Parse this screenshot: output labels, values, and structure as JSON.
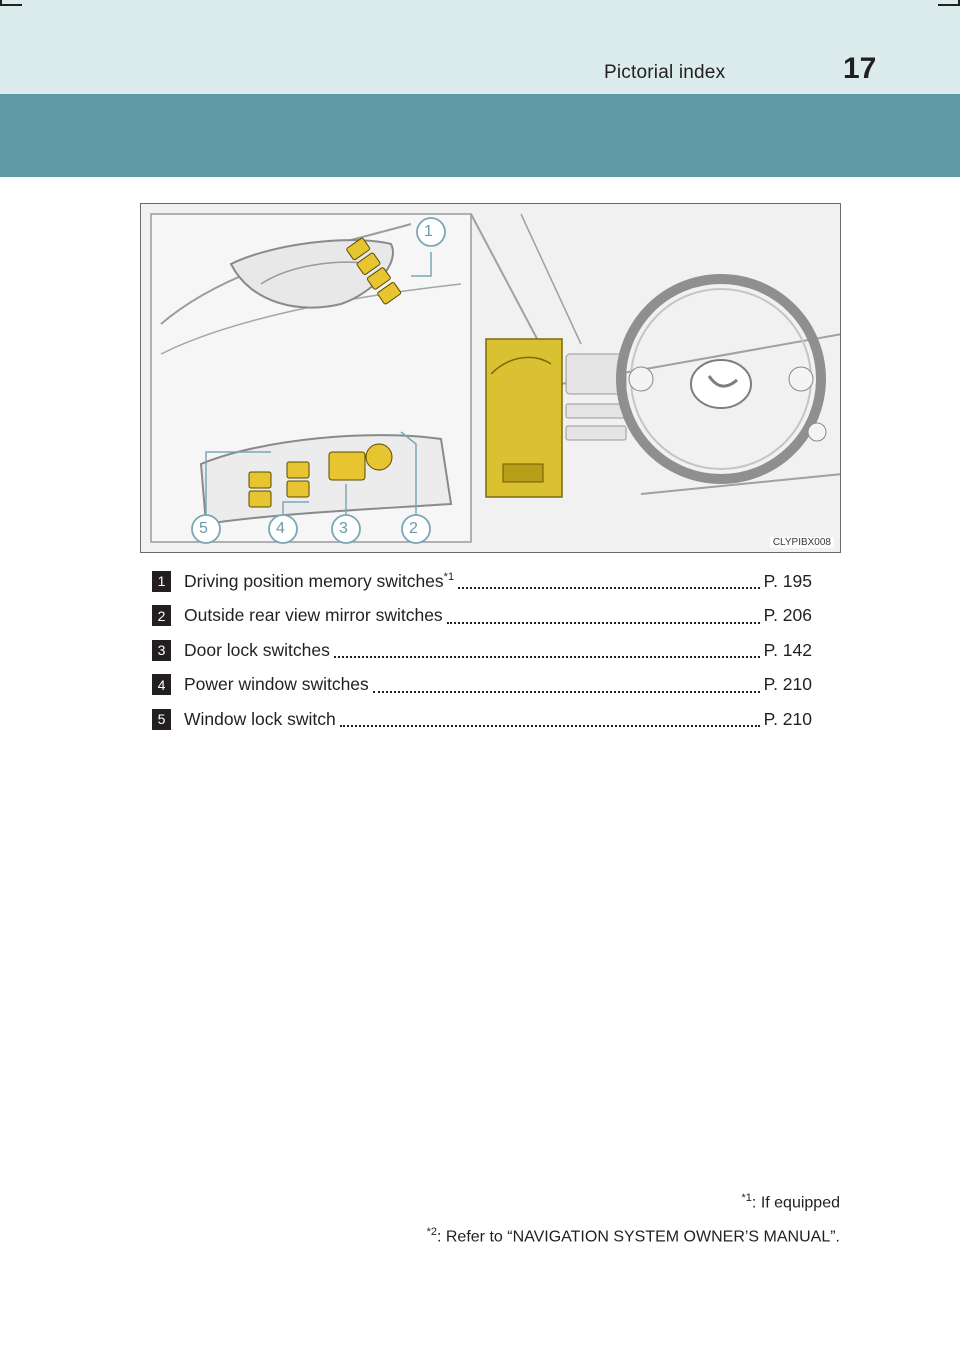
{
  "header": {
    "section_title": "Pictorial index",
    "page_number": "17"
  },
  "figure": {
    "code": "CLYPIBX008",
    "callout_numbers": [
      "1",
      "2",
      "3",
      "4",
      "5"
    ],
    "highlight_color": "#e6c530"
  },
  "items": [
    {
      "num": "1",
      "label": "Driving position memory switches",
      "sup": "*1",
      "page": "P. 195"
    },
    {
      "num": "2",
      "label": "Outside rear view mirror switches",
      "sup": "",
      "page": "P. 206"
    },
    {
      "num": "3",
      "label": "Door lock switches",
      "sup": "",
      "page": "P. 142"
    },
    {
      "num": "4",
      "label": "Power window switches",
      "sup": "",
      "page": "P. 210"
    },
    {
      "num": "5",
      "label": "Window lock switch",
      "sup": "",
      "page": "P. 210"
    }
  ],
  "footnotes": [
    {
      "mark": "*1",
      "text": ": If equipped"
    },
    {
      "mark": "*2",
      "text": ": Refer to “NAVIGATION SYSTEM OWNER’S MANUAL”."
    }
  ]
}
